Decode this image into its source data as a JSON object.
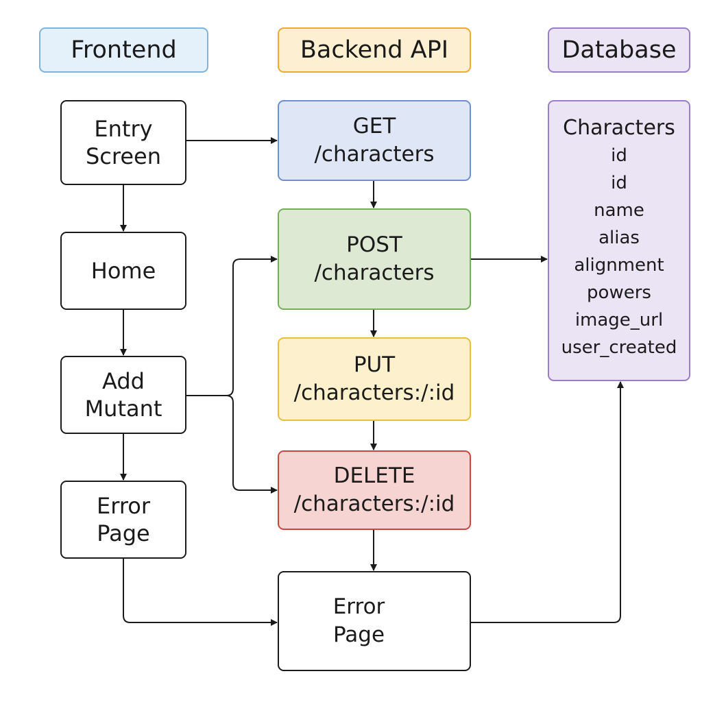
{
  "headers": {
    "frontend": "Frontend",
    "backend": "Backend API",
    "database": "Database"
  },
  "frontend": {
    "entry_screen": [
      "Entry",
      "Screen"
    ],
    "home": [
      "Home"
    ],
    "add_mutant": [
      "Add",
      "Mutant"
    ],
    "error_page": [
      "Error",
      "Page"
    ]
  },
  "backend": {
    "get": [
      "GET",
      "/characters"
    ],
    "post": [
      "POST",
      "/characters"
    ],
    "put": [
      "PUT",
      "/characters:/:id"
    ],
    "delete": [
      "DELETE",
      "/characters:/:id"
    ],
    "error_page": [
      "Error",
      "Page"
    ]
  },
  "database": {
    "table_name": "Characters",
    "fields": [
      "id",
      "id",
      "name",
      "alias",
      "alignment",
      "powers",
      "image_url",
      "user_created"
    ]
  },
  "colors": {
    "line": "#1a1a1a",
    "frontend_header": "#e4f1fb",
    "backend_header": "#fdf0d2",
    "database": "#ebe4f5",
    "get": "#dfe7f7",
    "post": "#dde9d3",
    "put": "#fdf1cd",
    "delete": "#f5d4d2"
  }
}
